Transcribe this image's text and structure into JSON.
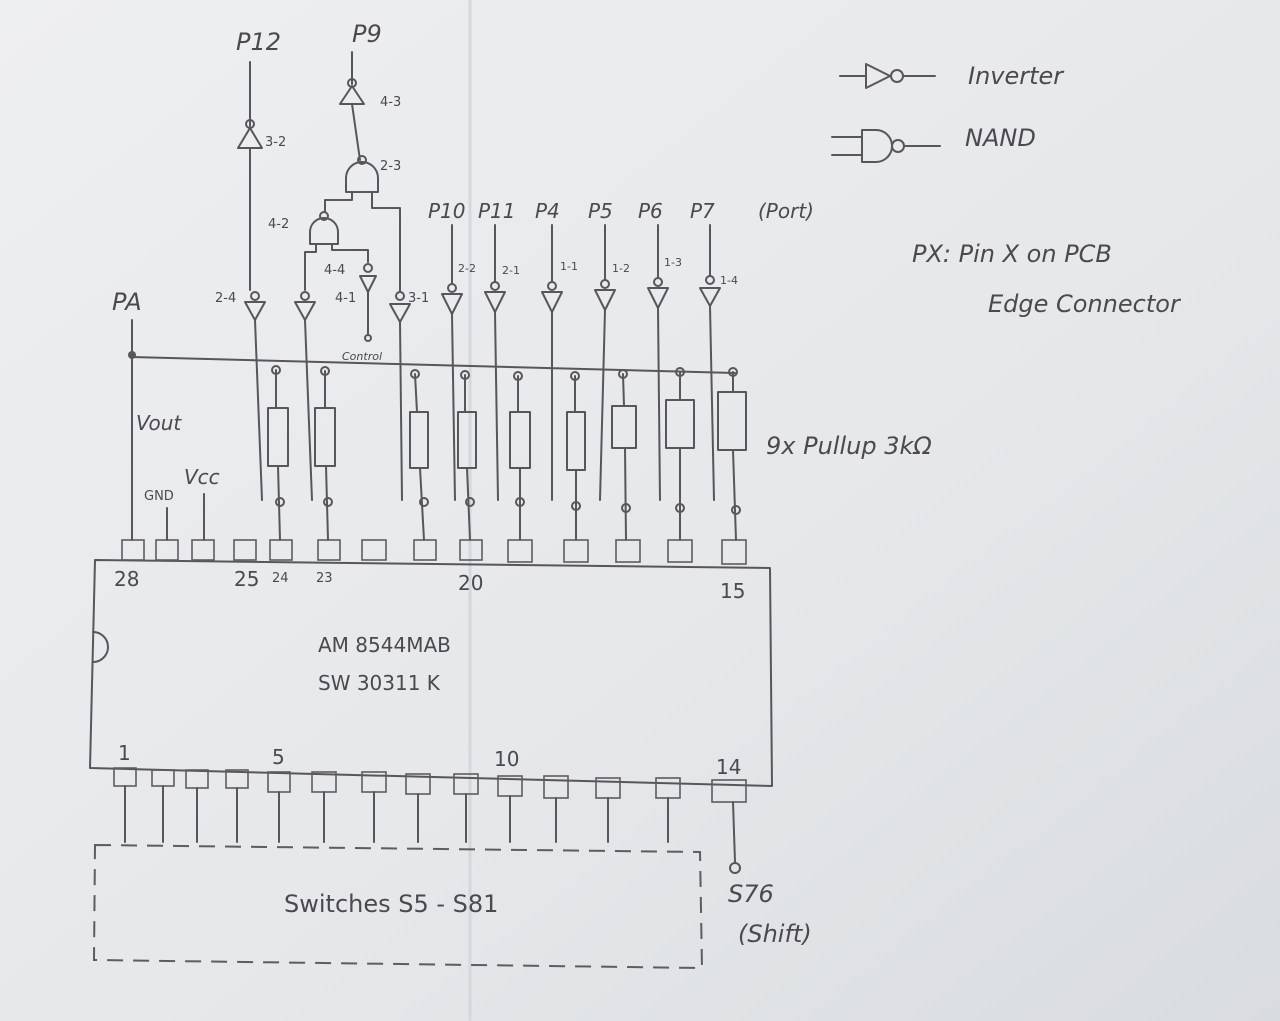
{
  "legend": {
    "inverter": "Inverter",
    "nand": "NAND",
    "note_line1": "PX: Pin X on PCB",
    "note_line2": "Edge Connector"
  },
  "top_ports": {
    "p12": "P12",
    "p9": "P9",
    "port_row": [
      "P10",
      "P11",
      "P4",
      "P5",
      "P6",
      "P7"
    ],
    "port_note": "(Port)"
  },
  "gate_labels": {
    "g3_2": "3-2",
    "g4_3": "4-3",
    "g2_3": "2-3",
    "g4_2": "4-2",
    "g4_4": "4-4",
    "g2_4": "2-4",
    "g4_1": "4-1",
    "g3_1": "3-1",
    "g2_2": "2-2",
    "g2_1": "2-1",
    "g1_1": "1-1",
    "g1_2": "1-2",
    "g1_3": "1-3",
    "g1_4": "1-4",
    "control": "Control"
  },
  "rails": {
    "pa": "PA",
    "vout": "Vout",
    "gnd": "GND",
    "vcc": "Vcc",
    "pullups": "9x Pullup 3kΩ"
  },
  "chip": {
    "line1": "AM 8544MAB",
    "line2": "SW 30311 K",
    "pins_top": [
      "28",
      "25",
      "24",
      "23",
      "20",
      "15"
    ],
    "pins_bottom": [
      "1",
      "5",
      "10",
      "14"
    ]
  },
  "switches": {
    "label": "Switches S5 - S81",
    "shift_id": "S76",
    "shift_note": "(Shift)"
  }
}
